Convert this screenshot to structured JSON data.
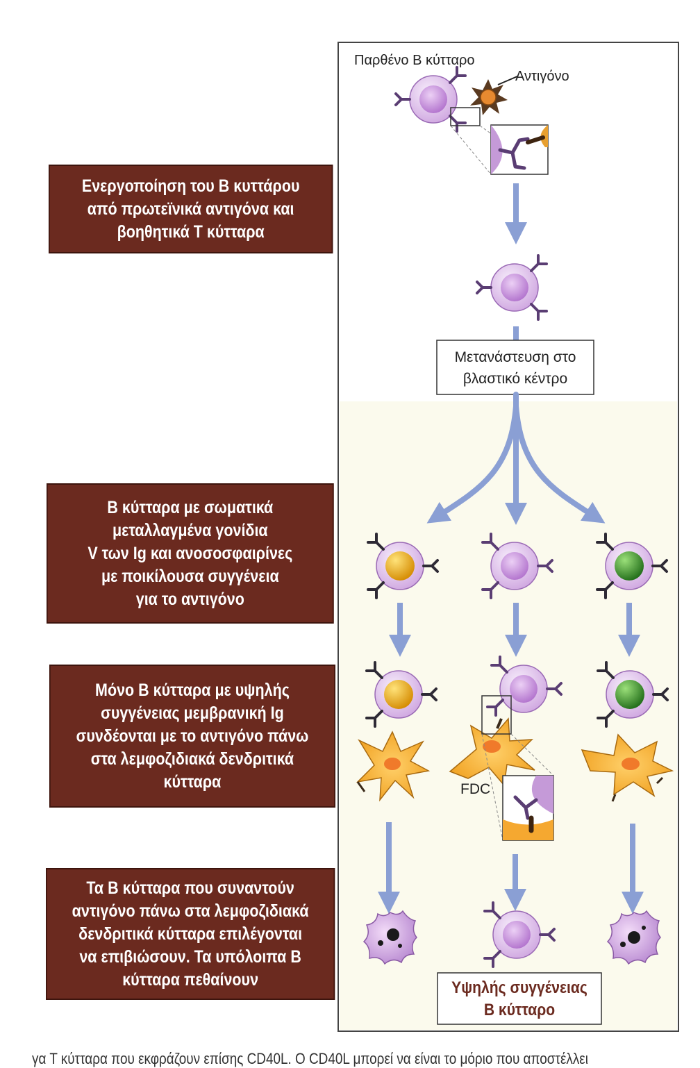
{
  "labels": {
    "naive_b_cell": "Παρθένο Β κύτταρο",
    "antigen": "Αντιγόνο",
    "migration": "Μετανάστευση στο\nβλαστικό κέντρο",
    "fdc": "FDC",
    "high_affinity_b_cell": "Υψηλής συγγένειας\nΒ κύτταρο"
  },
  "steps": [
    "Ενεργοποίηση του  Β κυττάρου\nαπό πρωτεϊνικά αντιγόνα και\nβοηθητικά Τ κύτταρα",
    "Β κύτταρα με σωματικά\nμεταλλαγμένα γονίδια\nV των Ig και ανοσοσφαιρίνες\nμε ποικίλουσα συγγένεια\nγια το αντιγόνο",
    "Μόνο Β κύτταρα με υψηλής\nσυγγένειας μεμβρανική Ig\nσυνδέονται με το αντιγόνο πάνω\nστα λεμφοζιδιακά  δενδριτικά\nκύτταρα",
    "Τα Β κύτταρα που συναντούν\nαντιγόνο πάνω στα λεμφοζιδιακά\nδενδριτικά κύτταρα επιλέγονται\nνα επιβιώσουν. Τα υπόλοιπα Β\nκύτταρα πεθαίνουν"
  ],
  "footer_text": "γα Τ κύτταρα που εκφράζουν επίσης CD40L. Ο CD40L μπορεί να είναι το μόριο που αποστέλλει",
  "colors": {
    "box_fill": "#6b2a1f",
    "arrow": "#8a9fd4",
    "cell_membrane": "#d9b8e8",
    "cell_nucleus": "#c68fd8",
    "nucleus_yellow": "#e8a200",
    "nucleus_green": "#3d8f2a",
    "fdc_fill": "#f5a830",
    "germinal_center": "#fbfaed",
    "title_text": "#6b2a1f"
  }
}
